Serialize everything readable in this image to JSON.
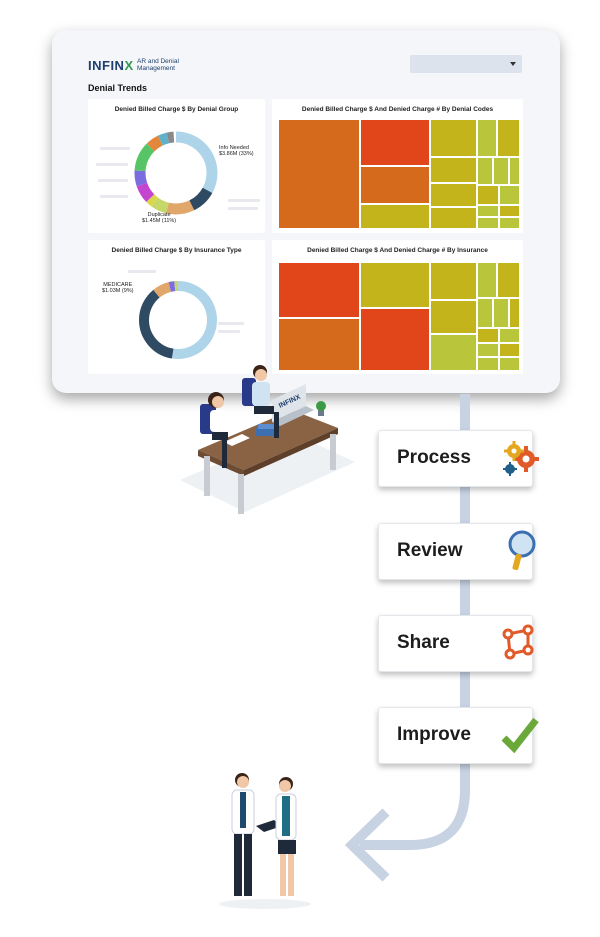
{
  "app": {
    "logo_text_main": "INFIN",
    "logo_text_x": "X",
    "logo_subtitle": "AR and Denial Management",
    "page_title": "Denial Trends",
    "filter_dropdown_value": ""
  },
  "cards": {
    "denial_group": {
      "title": "Denied Billed Charge $ By Denial Group",
      "label_top": "Info Needed",
      "label_top_value": "$3.86M (33%)",
      "label_bottom": "Duplicate",
      "label_bottom_value": "$1.45M (11%)"
    },
    "denial_codes": {
      "title": "Denied Billed Charge $ And Denied Charge # By Denial Codes"
    },
    "insurance_type": {
      "title": "Denied Billed Charge $ By Insurance Type",
      "label_top": "MEDICARE",
      "label_top_value": "$1.03M (9%)"
    },
    "insurance": {
      "title": "Denied Billed Charge $ And Denied Charge # By Insurance"
    }
  },
  "laptop_brand": "INFINX",
  "steps": [
    {
      "label": "Process",
      "icon": "gears-icon"
    },
    {
      "label": "Review",
      "icon": "magnifier-icon"
    },
    {
      "label": "Share",
      "icon": "share-network-icon"
    },
    {
      "label": "Improve",
      "icon": "checkmark-icon"
    }
  ],
  "colors": {
    "accent_blue": "#1f3f6e",
    "accent_green": "#2f9a4c",
    "treemap_red": "#e0461a",
    "treemap_orange": "#d66a1c",
    "treemap_olive": "#c3b41c",
    "treemap_lime": "#b9c53a",
    "rail": "#c7d3e3"
  }
}
